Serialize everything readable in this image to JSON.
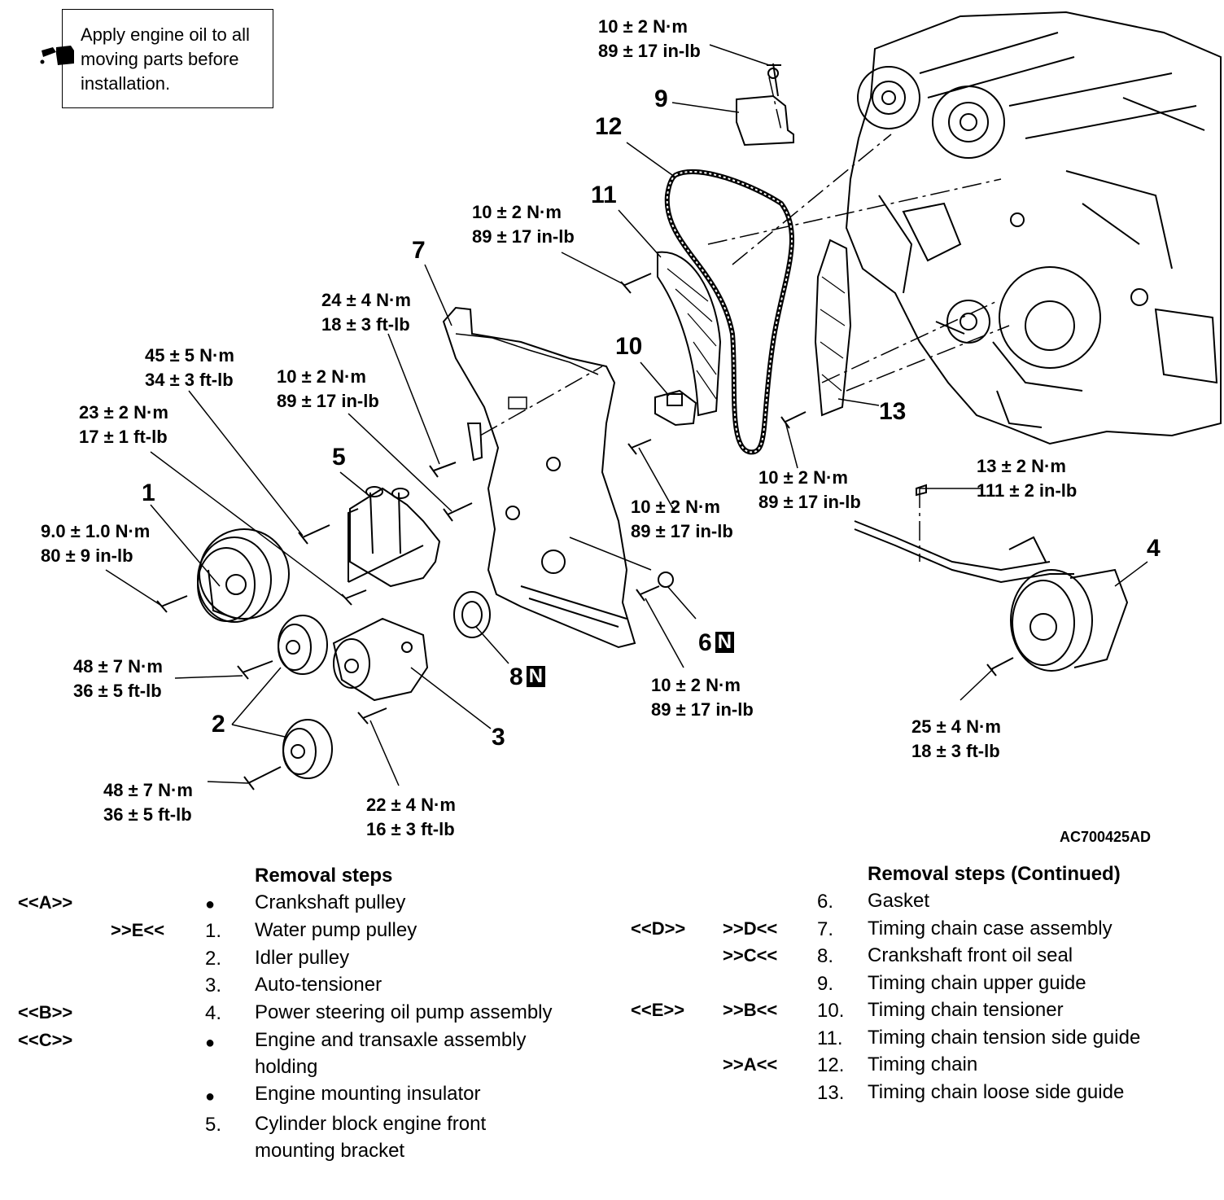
{
  "note": {
    "icon": "oil-can-icon",
    "text_lines": [
      "Apply engine oil to all",
      "moving parts before",
      "installation."
    ]
  },
  "torques": [
    {
      "l1": "10 ± 2 N·m",
      "l2": "89 ± 17 in-lb"
    },
    {
      "l1": "10 ± 2 N·m",
      "l2": "89 ± 17 in-lb"
    },
    {
      "l1": "24 ± 4 N·m",
      "l2": "18 ± 3 ft-lb"
    },
    {
      "l1": "45 ± 5 N·m",
      "l2": "34 ± 3 ft-lb"
    },
    {
      "l1": "10 ± 2 N·m",
      "l2": "89 ± 17 in-lb"
    },
    {
      "l1": "23 ± 2 N·m",
      "l2": "17 ± 1 ft-lb"
    },
    {
      "l1": "9.0 ± 1.0 N·m",
      "l2": "80 ± 9 in-lb"
    },
    {
      "l1": "48 ± 7 N·m",
      "l2": "36 ± 5 ft-lb"
    },
    {
      "l1": "48 ± 7 N·m",
      "l2": "36 ± 5 ft-lb"
    },
    {
      "l1": "22 ± 4 N·m",
      "l2": "16 ± 3 ft-lb"
    },
    {
      "l1": "10 ± 2 N·m",
      "l2": "89 ± 17 in-lb"
    },
    {
      "l1": "10 ± 2 N·m",
      "l2": "89 ± 17 in-lb"
    },
    {
      "l1": "10 ± 2 N·m",
      "l2": "89 ± 17 in-lb"
    },
    {
      "l1": "13 ± 2 N·m",
      "l2": "111 ± 2 in-lb"
    },
    {
      "l1": "25 ± 4 N·m",
      "l2": "18 ± 3 ft-lb"
    }
  ],
  "callouts": [
    "1",
    "2",
    "3",
    "4",
    "5",
    "6",
    "7",
    "8",
    "9",
    "10",
    "11",
    "12",
    "13"
  ],
  "new_part_mark": "N",
  "figure_id": "AC700425AD",
  "steps_left": {
    "heading": "Removal steps",
    "rows": [
      {
        "ref": "<<A>>",
        "num": "",
        "bullet": true,
        "text": "Crankshaft pulley"
      },
      {
        "ref": ">>E<<",
        "num": "1.",
        "bullet": false,
        "text": "Water pump pulley"
      },
      {
        "ref": "",
        "num": "2.",
        "bullet": false,
        "text": "Idler pulley"
      },
      {
        "ref": "",
        "num": "3.",
        "bullet": false,
        "text": "Auto-tensioner"
      },
      {
        "ref": "<<B>>",
        "num": "4.",
        "bullet": false,
        "text": "Power steering oil pump assembly"
      },
      {
        "ref": "<<C>>",
        "num": "",
        "bullet": true,
        "text": "Engine and transaxle assembly"
      },
      {
        "ref": "",
        "num": "",
        "bullet": false,
        "text": "holding"
      },
      {
        "ref": "",
        "num": "",
        "bullet": true,
        "text": "Engine mounting insulator"
      },
      {
        "ref": "",
        "num": "5.",
        "bullet": false,
        "text": "Cylinder block engine front"
      },
      {
        "ref": "",
        "num": "",
        "bullet": false,
        "text": "mounting bracket"
      }
    ]
  },
  "steps_right": {
    "heading": "Removal steps (Continued)",
    "rows": [
      {
        "ref1": "",
        "ref2": "",
        "num": "6.",
        "text": "Gasket"
      },
      {
        "ref1": "<<D>>",
        "ref2": ">>D<<",
        "num": "7.",
        "text": "Timing chain case assembly"
      },
      {
        "ref1": "",
        "ref2": ">>C<<",
        "num": "8.",
        "text": "Crankshaft front oil seal"
      },
      {
        "ref1": "",
        "ref2": "",
        "num": "9.",
        "text": "Timing chain upper guide"
      },
      {
        "ref1": "<<E>>",
        "ref2": ">>B<<",
        "num": "10.",
        "text": "Timing chain tensioner"
      },
      {
        "ref1": "",
        "ref2": "",
        "num": "11.",
        "text": "Timing chain tension side guide"
      },
      {
        "ref1": "",
        "ref2": ">>A<<",
        "num": "12.",
        "text": "Timing chain"
      },
      {
        "ref1": "",
        "ref2": "",
        "num": "13.",
        "text": "Timing chain loose side guide"
      }
    ]
  }
}
